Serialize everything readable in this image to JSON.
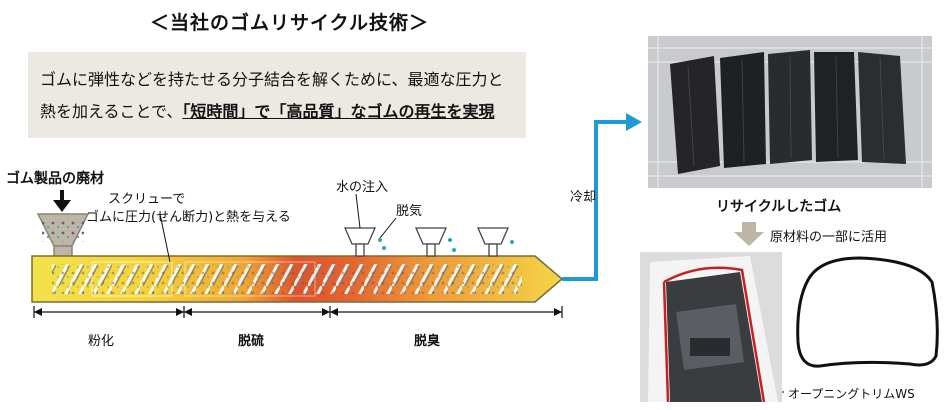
{
  "title": "＜当社のゴムリサイクル技術＞",
  "description": {
    "line1": "ゴムに弾性などを持たせる分子結合を解くために、最適な圧力と",
    "line2_prefix": "熱を加えることで、",
    "line2_emph1": "「短時間」",
    "line2_mid": "で",
    "line2_emph2": "「高品質」",
    "line2_suffix": "なゴムの再生を実現"
  },
  "labels": {
    "waste": "ゴム製品の廃材",
    "screw_line1": "スクリューで",
    "screw_line2": "ゴムに圧力(せん断力)と熱を与える",
    "water": "水の注入",
    "degas": "脱気",
    "cooling": "冷却",
    "recycled": "リサイクルしたゴム",
    "use": "原材料の一部に活用",
    "trim": "オープニングトリムWS"
  },
  "stages": [
    "粉化",
    "脱硫",
    "脱臭"
  ],
  "colors": {
    "arrow_blue": "#1f9ad6",
    "accent_gray": "#bdb6a6",
    "box_bg": "#ece9e3"
  }
}
